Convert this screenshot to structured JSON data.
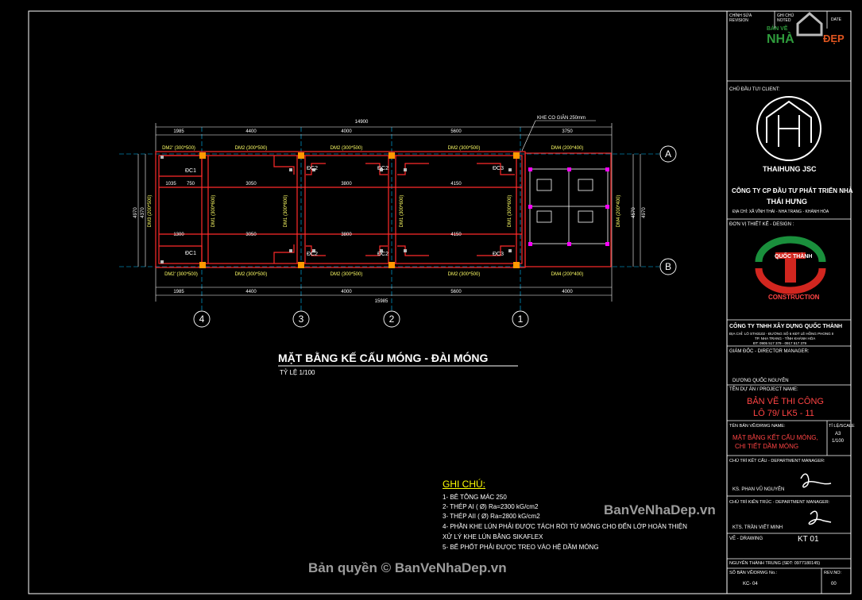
{
  "plan": {
    "title": "MẶT BẰNG KẾ CẤU MÓNG -  ĐÀI MÓNG",
    "scale": "TỶ LỆ 1/100",
    "overall_top": "14900",
    "overall_bottom": "15985",
    "expansion_joint": "KHE CO GIÃN 250mm",
    "dims_top": [
      "1985",
      "4400",
      "4000",
      "5600",
      "3750"
    ],
    "dims_bottom": [
      "1985",
      "4400",
      "4000",
      "5600",
      "4000"
    ],
    "dims_side_left": [
      "4970",
      "4370"
    ],
    "dims_side_right": [
      "4570",
      "4970"
    ],
    "span_labels": [
      "3050",
      "3800",
      "4150",
      "1035",
      "750",
      "1300"
    ],
    "grid_x": [
      "4",
      "3",
      "2",
      "1"
    ],
    "grid_y": [
      "A",
      "B"
    ],
    "beams_top": [
      "DM2' (300*500)",
      "DM2 (300*500)",
      "DM2 (300*500)",
      "DM2 (300*500)",
      "DM4 (200*400)"
    ],
    "beams_bottom": [
      "DM2' (300*500)",
      "DM2 (300*500)",
      "DM2 (300*500)",
      "DM2 (300*500)",
      "DM4 (200*400)"
    ],
    "beams_vertical": [
      "DM3 (200*500)",
      "DM1 (300*600)",
      "DM1 (300*600)",
      "DM1 (300*600)",
      "DM1 (300*600)",
      "DM4 (200*400)"
    ],
    "pile_caps": [
      "ĐC1",
      "ĐC1",
      "ĐC2",
      "ĐC2",
      "ĐC2",
      "ĐC2",
      "ĐC3",
      "ĐC3"
    ]
  },
  "notes": {
    "heading": "GHI CHÚ:",
    "items": [
      "1- BÊ TÔNG MÁC 250",
      "2- THÉP  AI  ( Ø) Ra=2300 kG/cm2",
      "3- THÉP AII ( Ø) Ra=2800 kG/cm2",
      "4- PHẦN KHE LÚN PHẢI ĐƯỢC TÁCH RỜI TỪ MÓNG CHO ĐẾN LỚP HOÀN THIỆN",
      "XỬ LÝ KHE LÚN BẰNG SIKAFLEX",
      "5- BỂ PHỐT PHẢI ĐƯỢC TREO VÀO HỆ DẦM MÓNG"
    ]
  },
  "title_block": {
    "rev_header": [
      "CHỈNH SỬA REVISION",
      "GHI CHÚ NOTED",
      "DATE"
    ],
    "client_label": "CHỦ ĐẦU TƯ/ CLIENT:",
    "client_logo_text": "THAIHUNG JSC",
    "client_name": "CÔNG TY CP ĐẦU TƯ PHÁT TRIỂN NHÀ",
    "client_name2": "THÁI HƯNG",
    "client_address": "ĐỊA CHỈ: XÃ VĨNH THÁI - NHA TRANG - KHÁNH HÒA",
    "design_label": "ĐƠN VỊ THIẾT KẾ - DESIGN :",
    "design_logo_top": "QUỐC THÀNH",
    "design_logo_bottom": "CONSTRUCTION",
    "design_name": "CÔNG TY TNHH XÂY DỰNG QUỐC THÀNH",
    "design_address": "ĐỊA CHỈ: LÔ STH3102 - ĐƯỜNG SỐ 6 KĐT LÊ HỒNG PHONG II",
    "design_city": "TP. NHA TRANG - TỈNH KHÁNH HÒA",
    "design_phone": "ĐT: 0905 517 379 - 0917 517 379",
    "director_label": "GIÁM ĐỐC - DIRECTOR MANAGER:",
    "director_name": "DƯƠNG QUỐC NGUYÊN",
    "project_label": "TÊN DỰ ÁN / PROJECT NAME:",
    "project_name1": "BẢN VẼ THI CÔNG",
    "project_name2": "LÔ 79/ LK5 - 11",
    "drawing_label": "TÊN BẢN VẼ/DRWG NAME:",
    "scale_label": "TỈ LỆ/SCALE",
    "drawing_name1": "MẶT BẰNG KẾT CẤU MÓNG,",
    "drawing_name2": "CHI TIẾT DẦM MÓNG",
    "paper": "A3",
    "scale_value": "1/100",
    "struct_label": "CHỦ TRÌ KẾT CẤU - DEPARTMENT MANAGER:",
    "struct_name": "KS. PHAN VŨ NGUYÊN",
    "arch_label": "CHỦ TRÌ KIẾN TRÚC - DEPARTMENT MANAGER:",
    "arch_name": "KTS. TRẦN VIẾT MINH",
    "drawing_no_label": "VẼ - DRAWING",
    "drawing_code": "KT 01",
    "drawn_by": "NGUYỄN THÀNH TRUNG (SĐT: 0977180145)",
    "sheet_no_label": "SỐ BẢN VẼ/DRWG No.:",
    "rev_label": "REV.NO:",
    "sheet_no": "KC- 04",
    "rev_no": "00"
  },
  "watermark": {
    "corner_logo_top": "BẢN VẼ",
    "corner_logo_nha": "NHÀ",
    "corner_logo_dep": "ĐẸP",
    "site": "BanVeNhaDep.vn",
    "copyright": "Bản quyền © BanVeNhaDep.vn"
  }
}
